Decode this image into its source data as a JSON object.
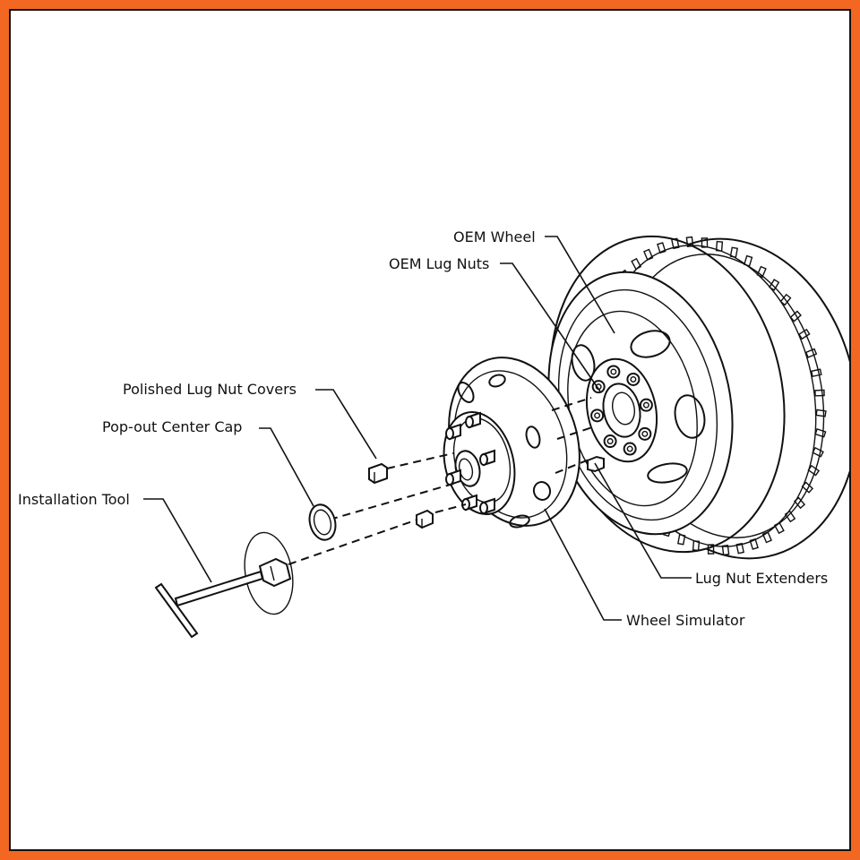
{
  "frame": {
    "border_color": "#f26722",
    "line_color": "#111111"
  },
  "labels": {
    "oem_wheel": "OEM Wheel",
    "oem_lug_nuts": "OEM Lug Nuts",
    "polished_lug_nut_covers": "Polished Lug Nut Covers",
    "pop_out_center_cap": "Pop-out Center Cap",
    "installation_tool": "Installation Tool",
    "lug_nut_extenders": "Lug Nut Extenders",
    "wheel_simulator": "Wheel Simulator"
  }
}
